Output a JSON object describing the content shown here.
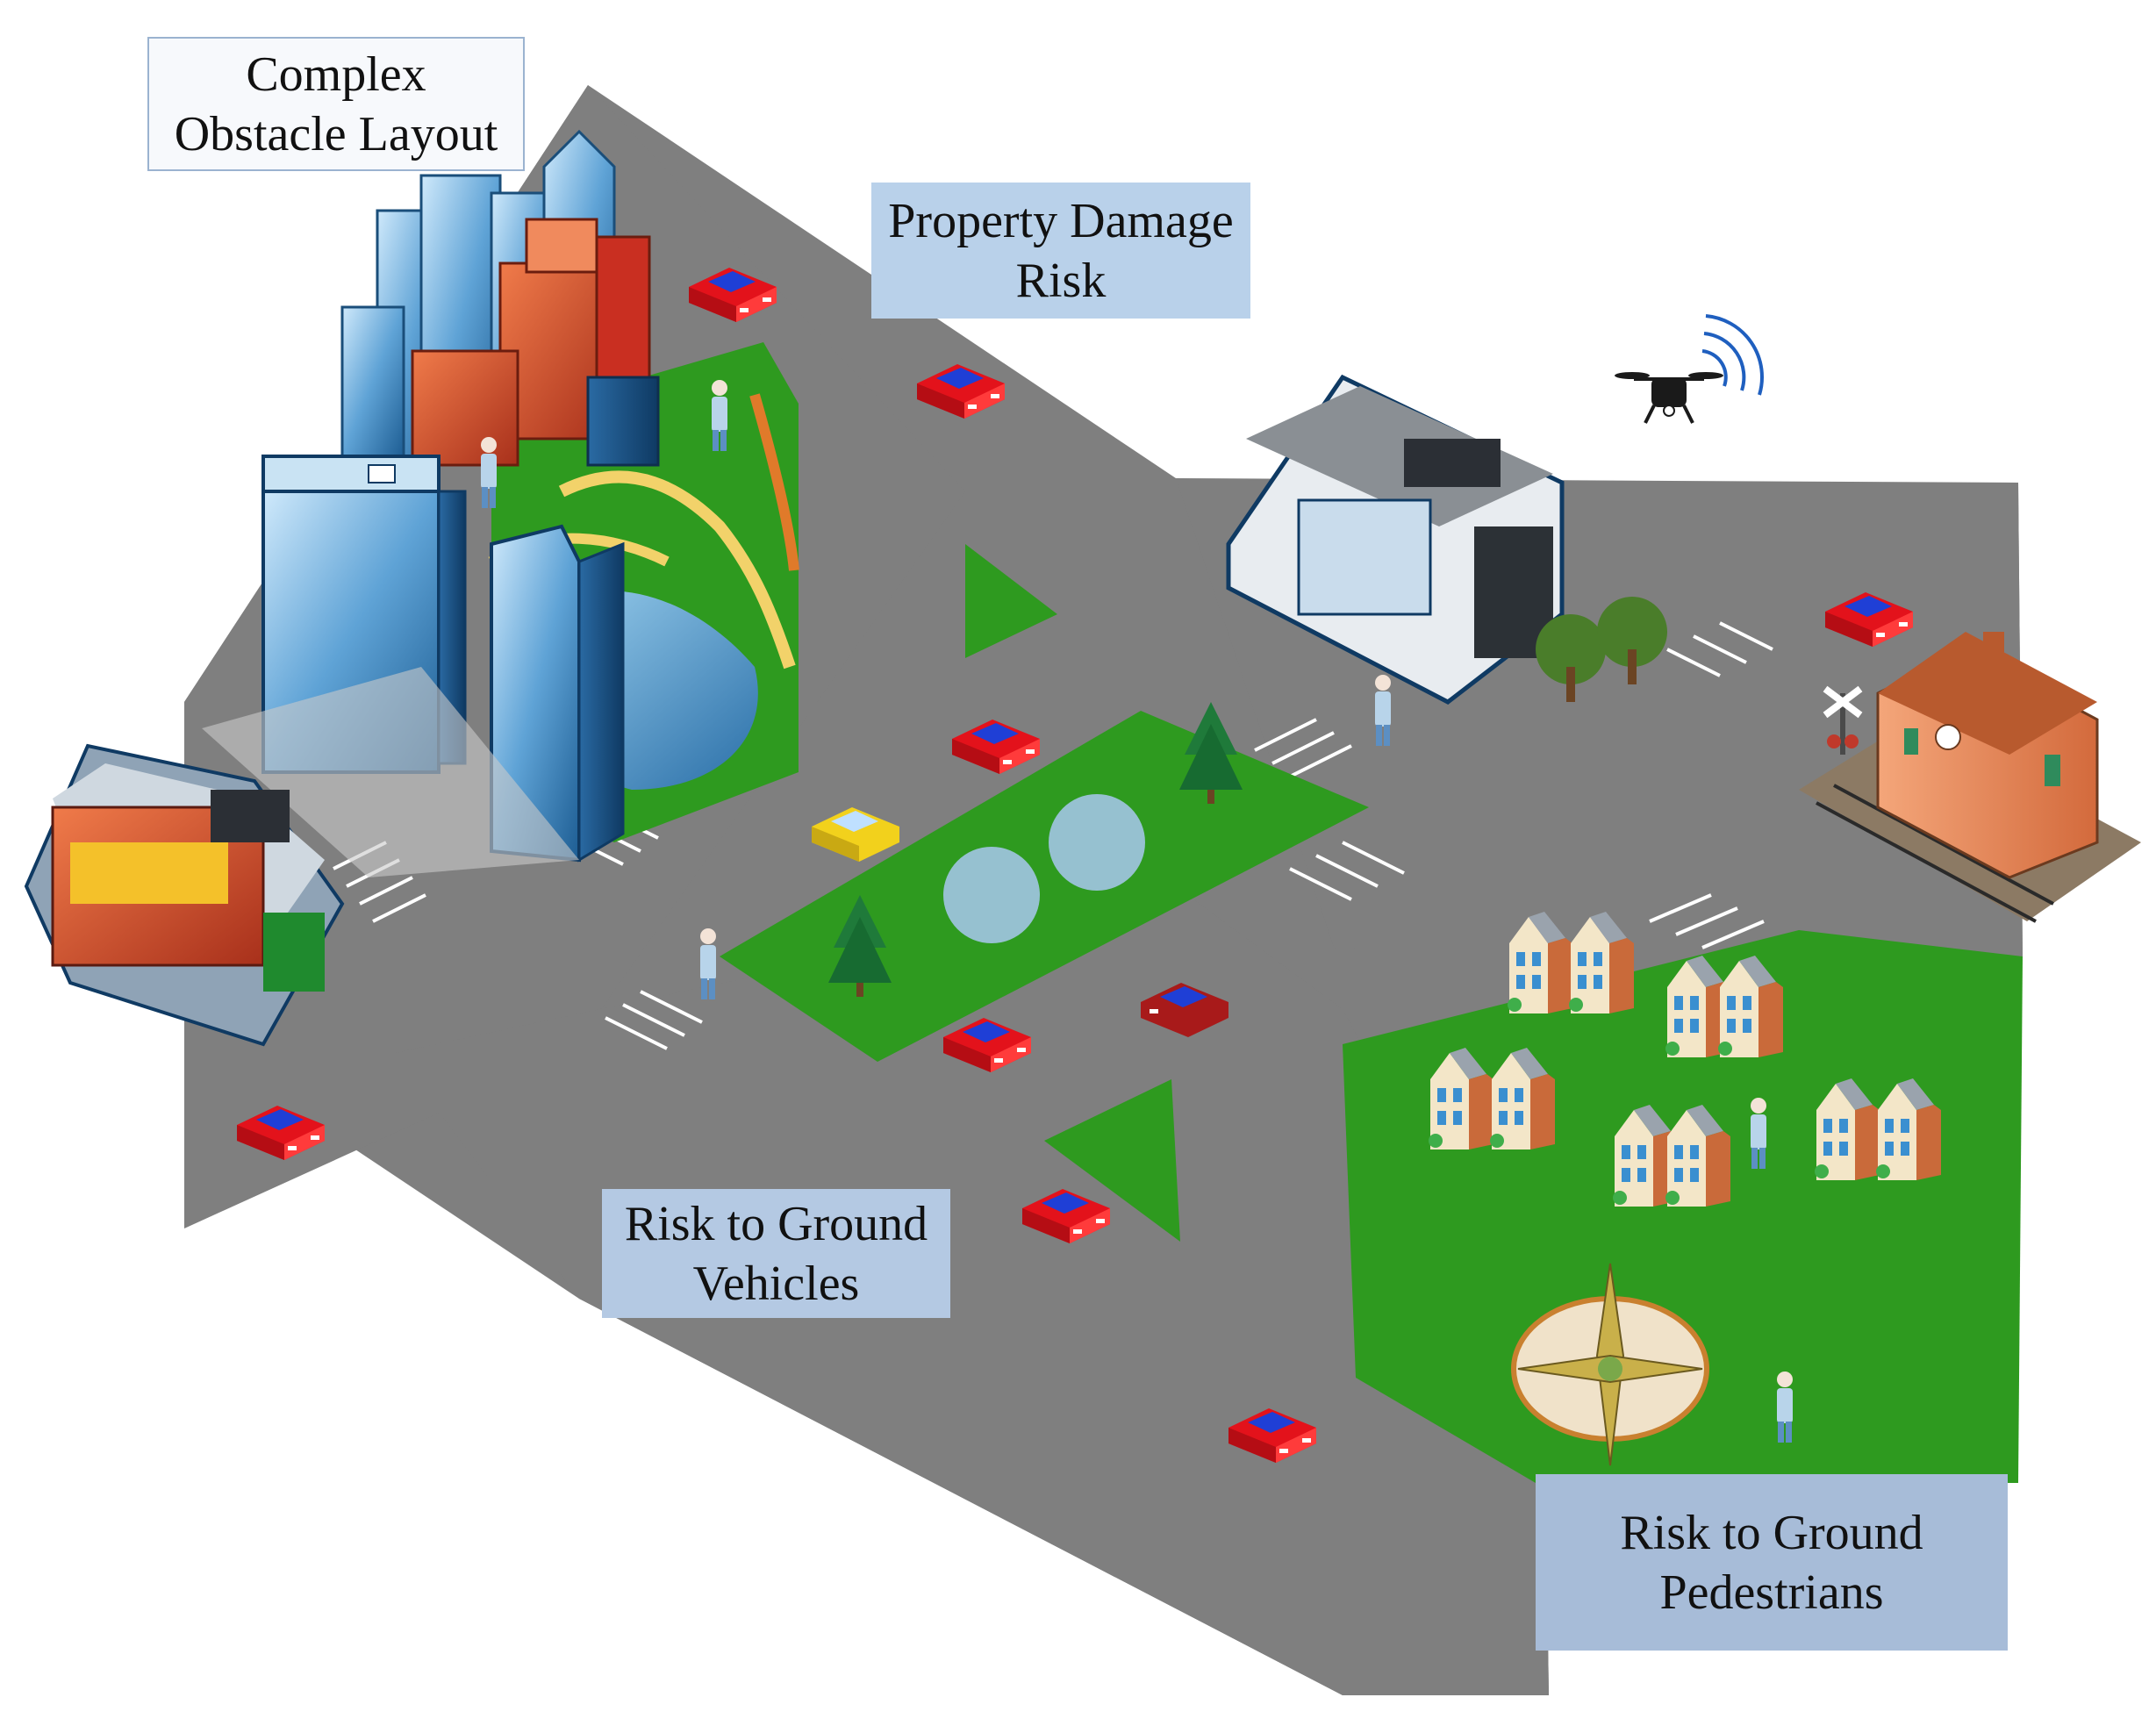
{
  "labels": {
    "complex_obstacle": [
      "Complex",
      "Obstacle Layout"
    ],
    "property_damage": [
      "Property Damage",
      "Risk"
    ],
    "ground_vehicles": [
      "Risk to Ground",
      "Vehicles"
    ],
    "ground_pedestrians": [
      "Risk to Ground",
      "Pedestrians"
    ]
  },
  "colors": {
    "road": "#7f7f7f",
    "grass": "#2e8b1f",
    "crosswalk": "#ffffff",
    "car_red": "#e3121b",
    "car_blue": "#1f3fd6",
    "taxi": "#f2d11c",
    "label_light": "#b9d1ea",
    "label_mid": "#a7bcd8"
  },
  "icons": [
    "drone-icon",
    "signal-waves-icon",
    "skyscraper-icon",
    "car-icon",
    "taxi-icon",
    "pedestrian-icon",
    "house-icon",
    "tree-icon",
    "compass-rose-icon",
    "train-station-icon",
    "railroad-crossing-icon"
  ]
}
